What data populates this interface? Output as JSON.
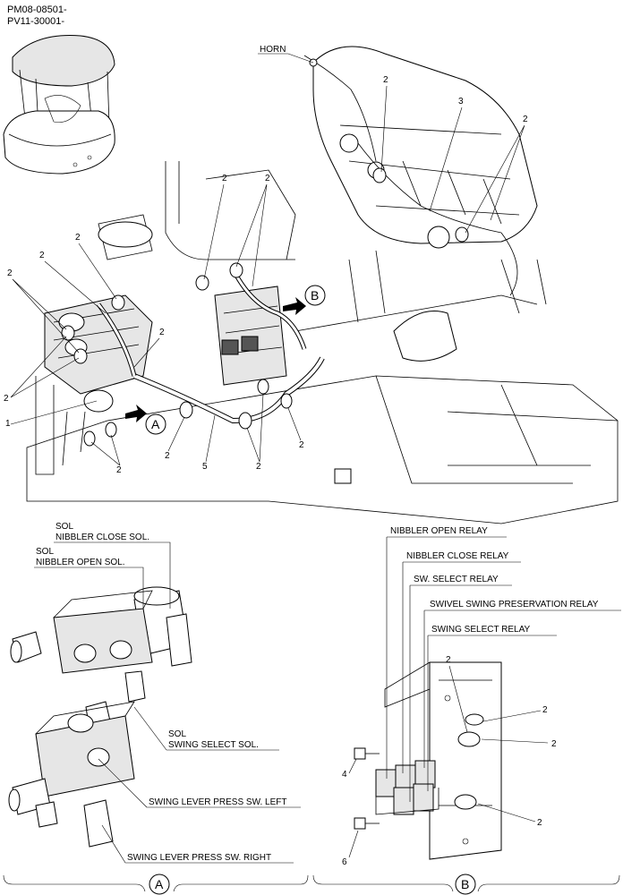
{
  "header": {
    "code1": "PM08-08501-",
    "code2": "PV11-30001-"
  },
  "callouts": {
    "horn": "HORN",
    "view_a_marker": "A",
    "view_b_marker": "B",
    "num1": "1",
    "num2": "2",
    "num3": "3",
    "num4": "4",
    "num5": "5",
    "num6": "6"
  },
  "view_a": {
    "sol1": "SOL",
    "nibbler_close_sol": "NIBBLER CLOSE SOL.",
    "sol2": "SOL",
    "nibbler_open_sol": "NIBBLER OPEN SOL.",
    "sol3": "SOL",
    "swing_select_sol": "SWING SELECT SOL.",
    "swing_lever_left": "SWING LEVER PRESS SW. LEFT",
    "swing_lever_right": "SWING LEVER PRESS SW. RIGHT",
    "footer_label": "A"
  },
  "view_b": {
    "nibbler_open_relay": "NIBBLER OPEN RELAY",
    "nibbler_close_relay": "NIBBLER CLOSE RELAY",
    "sw_select_relay": "SW. SELECT RELAY",
    "swivel_swing_relay": "SWIVEL SWING PRESERVATION RELAY",
    "swing_select_relay": "SWING SELECT RELAY",
    "footer_label": "B"
  }
}
